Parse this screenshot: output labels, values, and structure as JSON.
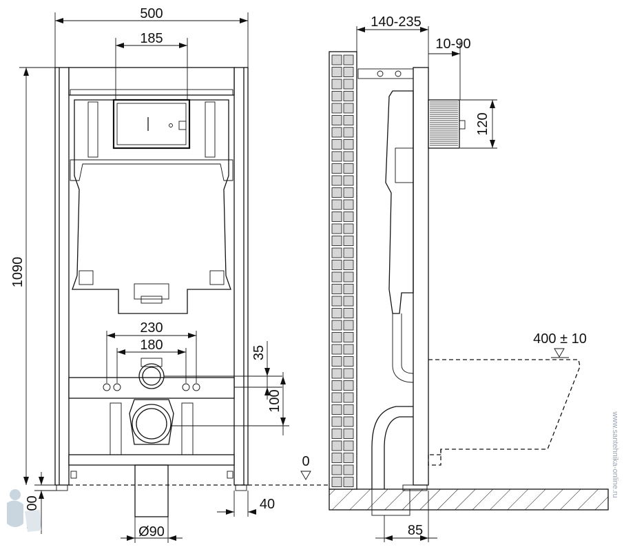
{
  "dimensions": {
    "frame_width": "500",
    "tank_width": "185",
    "frame_height": "1090",
    "support_spacing_outer": "230",
    "support_spacing_inner": "180",
    "water_inlet_offset": "35",
    "drain_offset": "100",
    "foot_adjust": "0-200",
    "foot_offset": "40",
    "drain_diameter": "Ø90",
    "depth_range": "140-235",
    "wall_adjust": "10-90",
    "button_height": "120",
    "bowl_height": "400 ± 10",
    "floor_level": "0",
    "pipe_offset": "85"
  },
  "watermark": "www.santehnika-online.ru",
  "colors": {
    "line": "#111111",
    "tile_fill": "#d6d6d6",
    "watermark": "#9aa7b3"
  }
}
